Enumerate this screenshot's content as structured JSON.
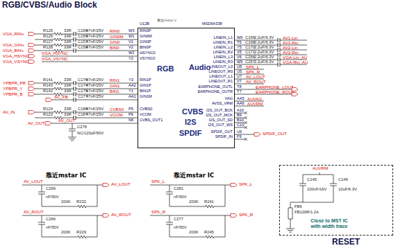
{
  "diagram": {
    "title": "RGB/CVBS/Audio Block",
    "nodes": [
      {
        "text": [
          "U12B",
          "MSD6A338"
        ]
      },
      {
        "text": [
          "Close to MST IC with width trace"
        ]
      }
    ],
    "labels": [
      "VGA_RIN+",
      "VGA_GIN+",
      "VGA_BIN+",
      "VGA_HSYNC",
      "VGA_VSYNC",
      "VGA_HSYNC",
      "VGA_VSYNC",
      "R125",
      "33R",
      "C156",
      "47nF/25V",
      "RIN0",
      "W3",
      "R126",
      "33R",
      "C155",
      "47nF/25V",
      "GIN0M",
      "W1",
      "R127",
      "33R",
      "C157",
      "47nF/25V",
      "GIN0",
      "V1",
      "R128",
      "33R",
      "C158",
      "47nF/25V",
      "BIN0",
      "V2",
      "W2",
      "Y2",
      "RIN0P",
      "GIN0M",
      "GIN0P",
      "BIN0P",
      "HSYNC0",
      "VSYNC0",
      "YPBPR_PR",
      "YPBPR_Y",
      "YPBPR_B",
      "R141",
      "33R",
      "C176",
      "47nF/25V",
      "RIN1",
      "Y3",
      "R143",
      "33R",
      "C174",
      "47nF/25V",
      "GIN1",
      "AA2",
      "R142",
      "33R",
      "C175",
      "47nF/25V",
      "BIN1",
      "Y1",
      "SC_FB",
      "C177",
      "47nF/25V",
      "AA1",
      "RIN1P",
      "GIN1P",
      "BIN1P",
      "GIN1M",
      "AV_IN",
      "R124",
      "33R",
      "C186",
      "47nF/25V",
      "CVBS0",
      "P5",
      "R123",
      "33R",
      "C187",
      "47nF/25V",
      "VCOM",
      "P6",
      "AV_OUT",
      "AV_OUT",
      "N6",
      "C278",
      "NC/120pF/50V",
      "CVBS0",
      "VCOM",
      "CVBS_OUT1",
      "靠近mstar ic",
      "LINEIN_L1",
      "LINEIN_R1",
      "LINEIN_L2",
      "LINEIN_R2",
      "LINEIN_L3",
      "LINEIN_R3",
      "LINEOUT_L0",
      "LINEOUT_R0",
      "LINEOUT_L1",
      "LINEOUT_R1",
      "W6",
      "T5",
      "Y5",
      "V5",
      "V6",
      "W5",
      "U6",
      "U5",
      "U7",
      "V7",
      "C169",
      "2.2uF/6.3V",
      "AV1-Lin",
      "C168",
      "2.2uF/6.3V",
      "AV1-Rin",
      "C170",
      "2.2uF/6.3V",
      "AV2-Lin",
      "C171",
      "2.2uF/6.3V",
      "AV2-Rin",
      "C256",
      "2.2uF/6.3V",
      "VGA-Lin_AU",
      "C257",
      "2.2uF/6.3V",
      "VGA-Rin_AU",
      "SPK_L",
      "SPK_R",
      "AV_LOUT",
      "AV_ROUT",
      "EARPHONE_OUTL",
      "EARPHONE_OUTR",
      "T8",
      "T7",
      "EARPHONE_LOUT",
      "EARPHONE_ROUT",
      "VAG",
      "AVSS_VRM",
      "AA5",
      "AA6",
      "AUVAG",
      "AUVRM",
      "I2S_OUT_BCK",
      "I2S_OUT_MCK",
      "I2S_OUT_SD",
      "I2S_OUT_WS",
      "A10",
      "B9",
      "B10",
      "C10",
      "SPDIF_OUT",
      "SPDIF_IN",
      "U9",
      "F9",
      "SPDIF_OUT",
      "RGB",
      "Audio",
      "CVBS",
      "I2S",
      "SPDIF",
      "AV_LOUT",
      "靠近mstar IC",
      "AV_LOUT",
      "C269",
      "nF/50V",
      "200K",
      "R232",
      "AV_ROUT",
      "AV_ROUT",
      "C266",
      "nF/50V",
      "200K",
      "R229",
      "SPK_L",
      "靠近mstar IC",
      "SPK_L",
      "C281",
      "nF/50V",
      "200K",
      "R241",
      "SPK_R",
      "SPK_R",
      "C277",
      "nF/50V",
      "200K",
      "R245",
      "AUVRM",
      "C145",
      "100nF/16V",
      "C146",
      "10uF/6.3V",
      "FB6",
      "FB120R/1.2A",
      "RESET"
    ]
  }
}
